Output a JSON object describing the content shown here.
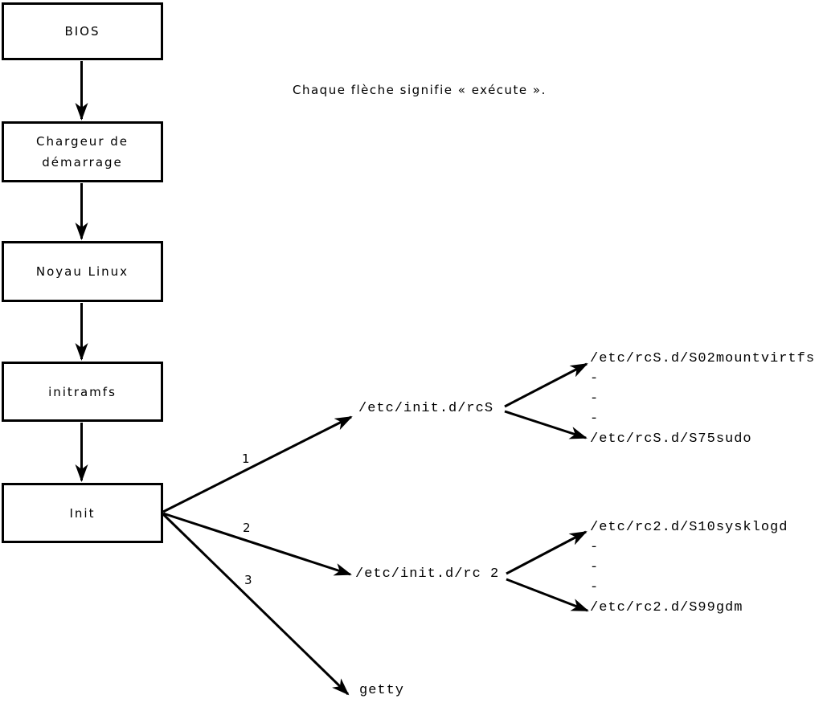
{
  "note": "Chaque flèche signifie « exécute ».",
  "chain": [
    {
      "label": "BIOS"
    },
    {
      "label": "Chargeur de démarrage"
    },
    {
      "label": "Noyau Linux"
    },
    {
      "label": "initramfs"
    },
    {
      "label": "Init"
    }
  ],
  "branches": [
    {
      "number": "1",
      "target": "/etc/init.d/rcS",
      "scripts": [
        "/etc/rcS.d/S02mountvirtfs",
        "-",
        "-",
        "-",
        "/etc/rcS.d/S75sudo"
      ]
    },
    {
      "number": "2",
      "target": "/etc/init.d/rc 2",
      "scripts": [
        "/etc/rc2.d/S10sysklogd",
        "-",
        "-",
        "-",
        "/etc/rc2.d/S99gdm"
      ]
    },
    {
      "number": "3",
      "target": "getty",
      "scripts": []
    }
  ],
  "colors": {
    "line": "#000000",
    "background": "#ffffff"
  }
}
